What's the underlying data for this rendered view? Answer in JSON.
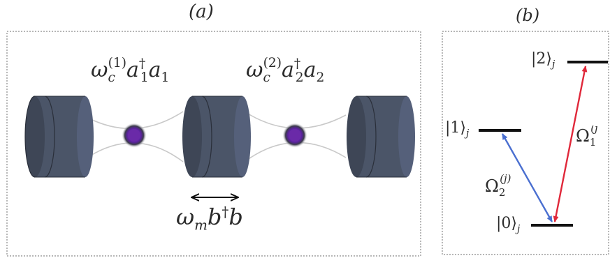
{
  "panel_a": {
    "label": "(a)",
    "term1": {
      "omega": "ω",
      "sub": "c",
      "sup": "(1)",
      "op": "a",
      "dagger": "†",
      "idx": "1",
      "tail": "a",
      "tail_idx": "1"
    },
    "term2": {
      "omega": "ω",
      "sub": "c",
      "sup": "(2)",
      "op": "a",
      "dagger": "†",
      "idx": "2",
      "tail": "a",
      "tail_idx": "2"
    },
    "term3": {
      "omega": "ω",
      "sub": "m",
      "op": "b",
      "dagger": "†",
      "tail": "b"
    }
  },
  "panel_b": {
    "label": "(b)",
    "level2": {
      "ket": "|2⟩",
      "sub": "j"
    },
    "level1": {
      "ket": "|1⟩",
      "sub": "j"
    },
    "level0": {
      "ket": "|0⟩",
      "sub": "j"
    },
    "omega2": {
      "sym": "Ω",
      "sub": "2",
      "sup": "(j)"
    },
    "omega1": {
      "sym": "Ω",
      "sub": "1",
      "sup": "(j"
    }
  },
  "colors": {
    "cavity": "#4b5568",
    "atom": "#6a2aa8",
    "blue_arrow": "#4a6fd0",
    "red_arrow": "#e0283a"
  }
}
